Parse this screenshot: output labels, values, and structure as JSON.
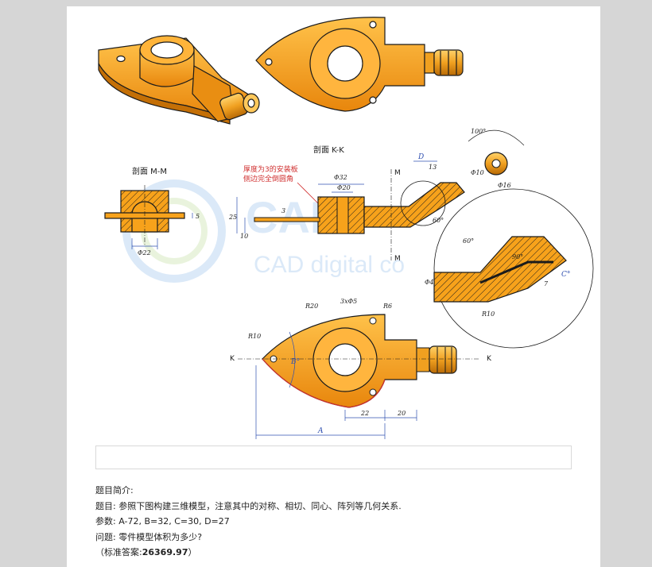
{
  "drawing": {
    "section_mm": "剖面 M-M",
    "section_kk": "剖面 K-K",
    "note_line1": "厚度为3的安装板",
    "note_line2": "侧边完全倒圆角",
    "dim_phi22": "Φ22",
    "dim_5": "5",
    "dim_phi32": "Φ32",
    "dim_phi20": "Φ20",
    "dim_25": "25",
    "dim_10": "10",
    "dim_3": "3",
    "label_M": "M",
    "label_K": "K",
    "dim_D": "D",
    "dim_13": "13",
    "dim_60a": "60°",
    "dim_100": "100°",
    "dim_phi10": "Φ10",
    "dim_phi16": "Φ16",
    "dim_60b": "60°",
    "dim_90": "90°",
    "dim_C": "C°",
    "dim_phi4": "Φ4",
    "dim_7": "7",
    "dim_R10a": "R10",
    "dim_R20": "R20",
    "dim_3x5": "3xΦ5",
    "dim_R6": "R6",
    "dim_R10b": "R10",
    "dim_B": "B°",
    "dim_22": "22",
    "dim_20": "20",
    "dim_A": "A",
    "watermark_main": "CAD digital co",
    "watermark_cad": "CAD"
  },
  "colors": {
    "part": "#f7a21b",
    "part_dark": "#d97a08",
    "line": "#1b1b1b",
    "dim": "#3050b0",
    "note": "#d03030"
  },
  "info": {
    "intro": "题目简介:",
    "task": "题目: 参照下图构建三维模型，注意其中的对称、相切、同心、阵列等几何关系.",
    "params": "参数: A-72,   B=32,   C=30,   D=27",
    "question": "问题: 零件模型体积为多少?",
    "answer_prefix": "（标准答案:",
    "answer_value": "26369.97",
    "answer_suffix": "）"
  }
}
